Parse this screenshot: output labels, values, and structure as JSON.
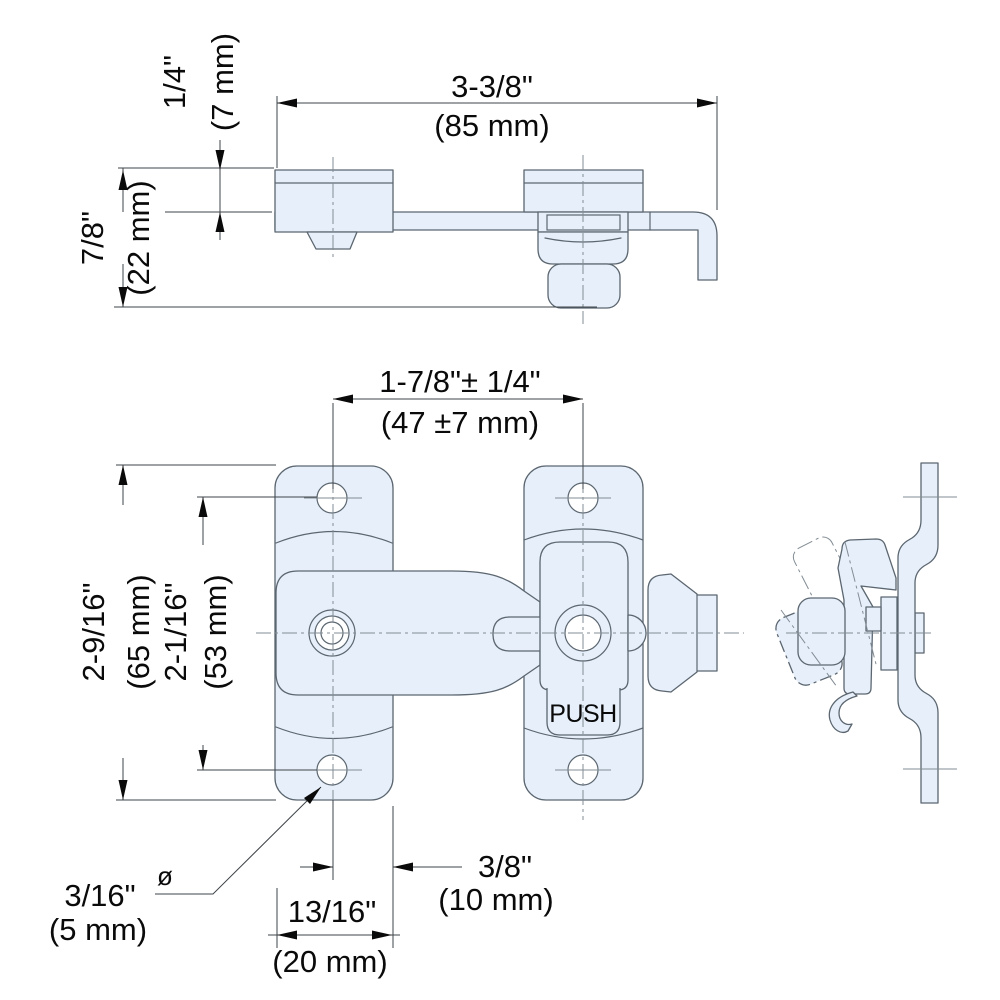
{
  "drawing": {
    "type": "technical-drawing",
    "subject": "push latch with strike",
    "colors": {
      "part_fill": "#e7f0fa",
      "part_line": "#5b6670",
      "dimension_line": "#3f4449",
      "text": "#0a0a0a",
      "centerline": "#828c94",
      "background": "#ffffff"
    },
    "labels": {
      "push": "PUSH",
      "diameter_symbol": "ø"
    },
    "dimensions": {
      "block_height": {
        "inch": "1/4\"",
        "mm": "(7 mm)"
      },
      "overall_depth": {
        "inch": "7/8\"",
        "mm": "(22 mm)"
      },
      "overall_width": {
        "inch": "3-3/8\"",
        "mm": "(85 mm)"
      },
      "hole_span": {
        "inch": "1-7/8\"± 1/4\"",
        "mm": "(47 ±7 mm)"
      },
      "plate_height": {
        "inch": "2-9/16\"",
        "mm": "(65 mm)"
      },
      "hole_pitch": {
        "inch": "2-1/16\"",
        "mm": "(53 mm)"
      },
      "hole_diameter": {
        "inch": "3/16\"",
        "mm": "(5 mm)"
      },
      "edge_offset": {
        "inch": "3/8\"",
        "mm": "(10 mm)"
      },
      "plate_width": {
        "inch": "13/16\"",
        "mm": "(20 mm)"
      }
    }
  }
}
